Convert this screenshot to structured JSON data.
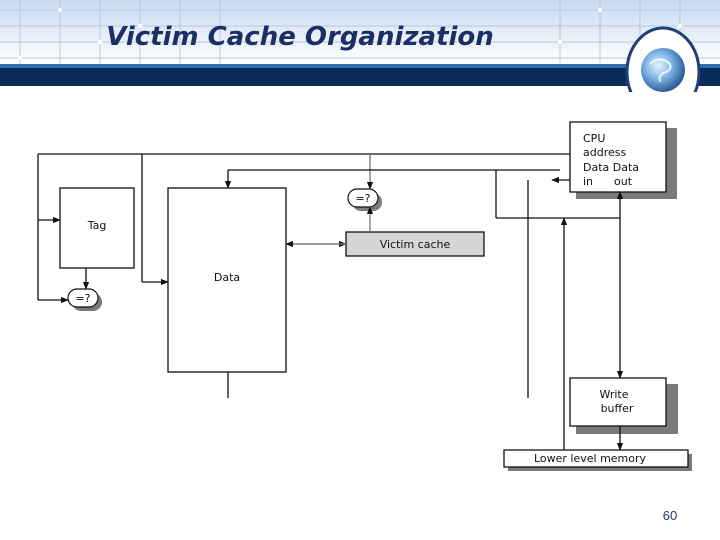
{
  "slide": {
    "title": "Victim Cache Organization",
    "page_number": "60"
  },
  "diagram": {
    "cpu_box": {
      "line1": "CPU",
      "line2": "address",
      "line3": "Data Data",
      "line4": "in      out"
    },
    "tag_label": "Tag",
    "data_label": "Data",
    "victim_cache_label": "Victim cache",
    "comparator_label": "=?",
    "write_buffer": {
      "line1": "Write",
      "line2": "buffer"
    },
    "lower_level_memory_label": "Lower level memory"
  },
  "colors": {
    "title": "#1b2f64",
    "header_band": "#0a2a5a",
    "header_accent": "#2f6fb0",
    "box_shadow": "#7a7a7a",
    "victim_cache_fill": "#d6d6d6"
  }
}
